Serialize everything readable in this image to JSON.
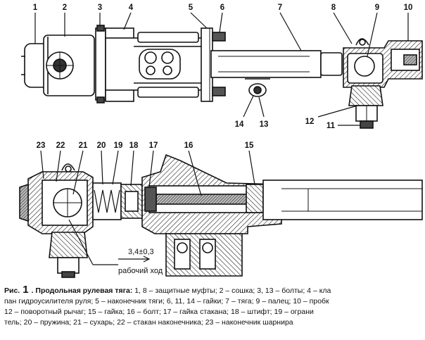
{
  "figure": {
    "label_prefix": "Рис.",
    "number": "1",
    "title": ". Продольная рулевая тяга:",
    "caption_lines": [
      "1, 8 – защитные муфты; 2 – сошка; 3, 13 – болты; 4 – кла",
      "пан гидроусилителя руля; 5 – наконечник тяги; 6, 11, 14 – гайки; 7 – тяга; 9 – палец; 10 – пробк",
      "12 – поворотный рычаг; 15 – гайка; 16 – болт; 17 – гайка стакана; 18 – штифт; 19 – ограни",
      "тель; 20 – пружина; 21 – сухарь; 22 – стакан наконечника; 23 – наконечник шарнира"
    ]
  },
  "upper_callouts": [
    "1",
    "2",
    "3",
    "4",
    "5",
    "6",
    "7",
    "8",
    "9",
    "10",
    "14",
    "13",
    "12",
    "11"
  ],
  "lower_callouts": [
    "23",
    "22",
    "21",
    "20",
    "19",
    "18",
    "17",
    "16",
    "15"
  ],
  "dimension": {
    "value": "3,4±0,3",
    "label": "рабочий ход"
  }
}
